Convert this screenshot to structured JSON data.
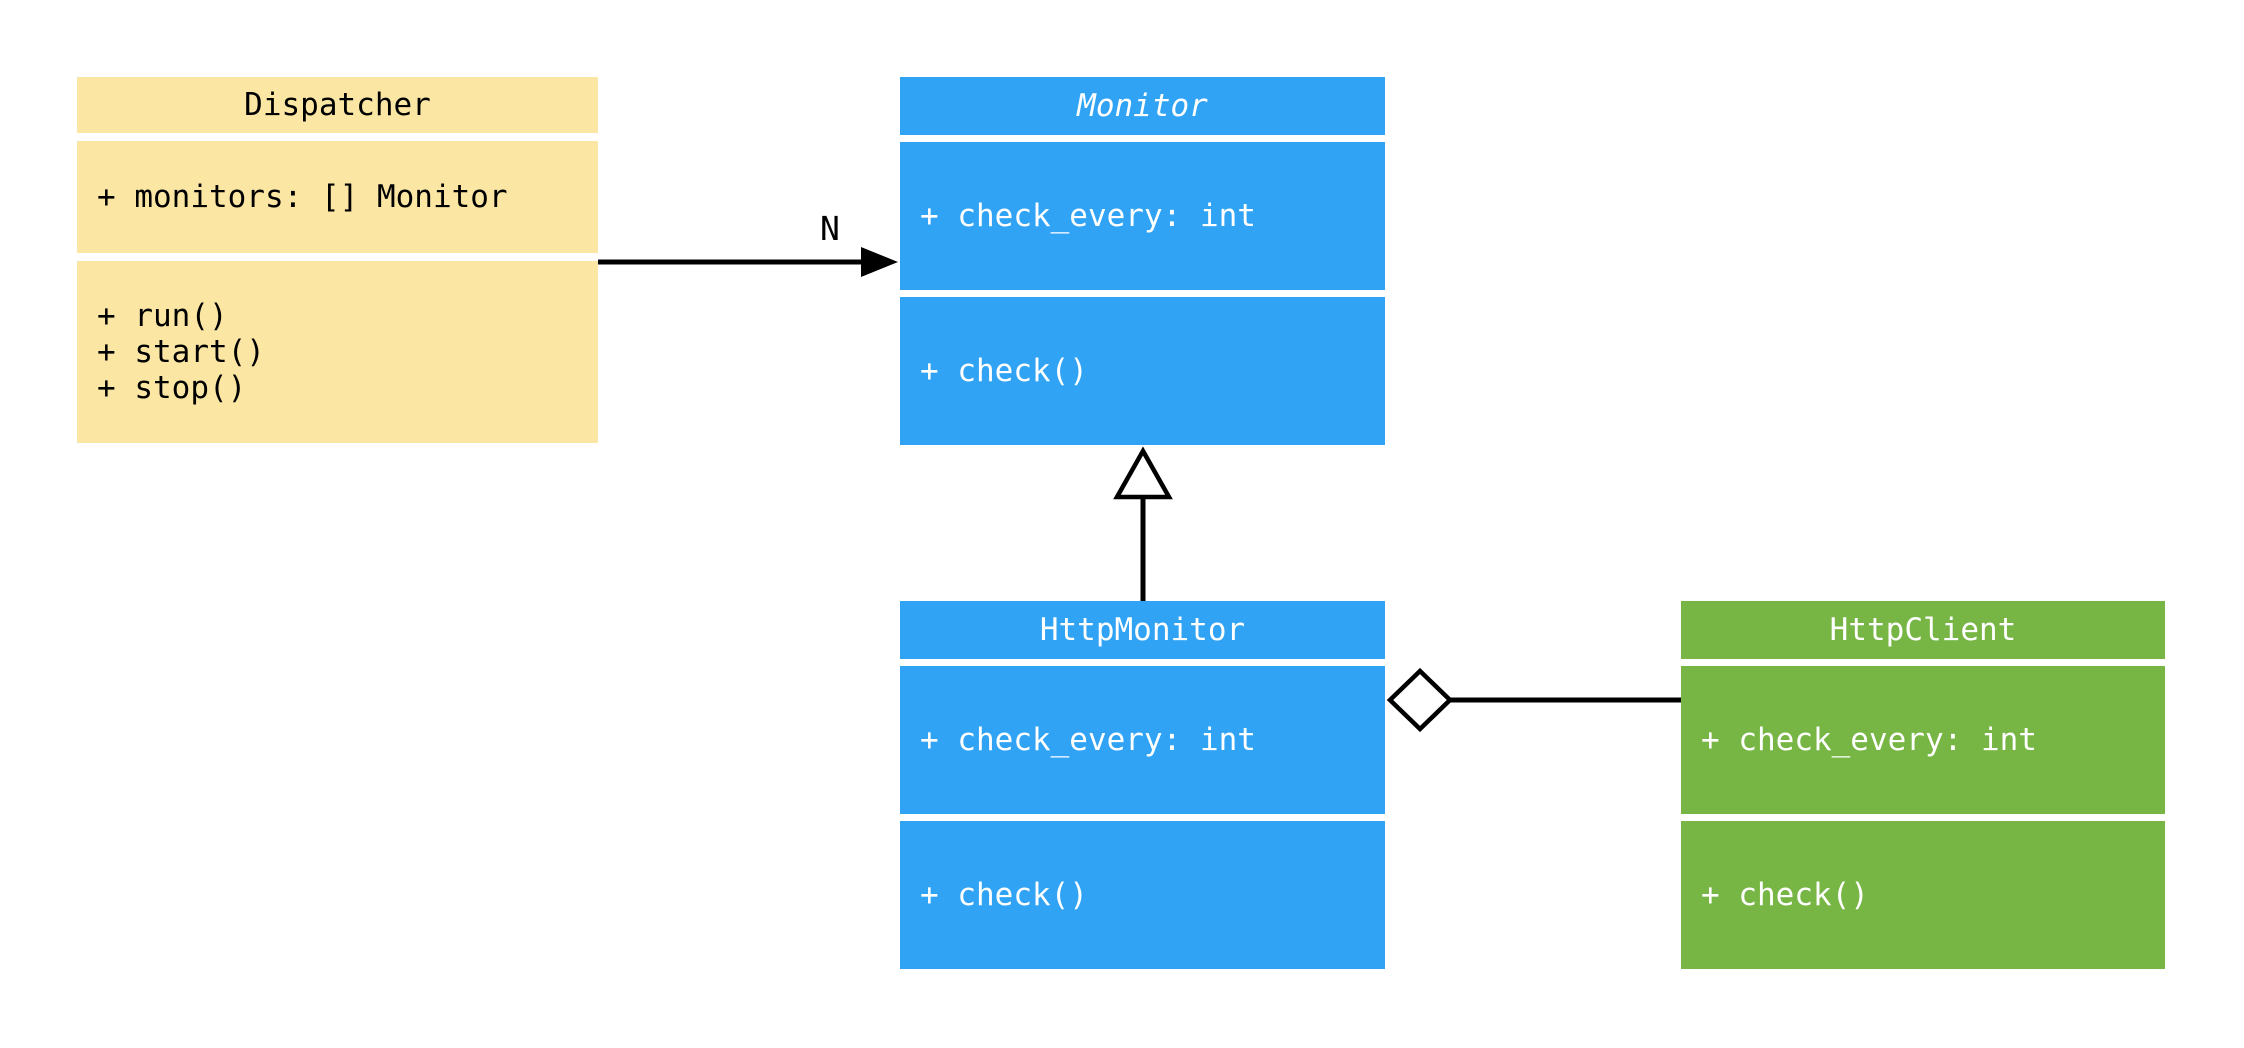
{
  "diagram": {
    "type": "uml-class-diagram",
    "background_color": "#FFFFFF",
    "line_color": "#000000",
    "classes": [
      {
        "id": "dispatcher",
        "name": "Dispatcher",
        "abstract": false,
        "fill_color": "#FBE6A3",
        "text_color": "#000000",
        "attributes": [
          "+ monitors: [] Monitor"
        ],
        "methods": [
          "+ run()",
          "+ start()",
          "+ stop()"
        ]
      },
      {
        "id": "monitor",
        "name": "Monitor",
        "abstract": true,
        "fill_color": "#30A3F5",
        "text_color": "#FFFFFF",
        "attributes": [
          "+ check_every: int"
        ],
        "methods": [
          "+ check()"
        ]
      },
      {
        "id": "httpmonitor",
        "name": "HttpMonitor",
        "abstract": false,
        "fill_color": "#30A3F5",
        "text_color": "#FFFFFF",
        "attributes": [
          "+ check_every: int"
        ],
        "methods": [
          "+ check()"
        ]
      },
      {
        "id": "httpclient",
        "name": "HttpClient",
        "abstract": false,
        "fill_color": "#77B645",
        "text_color": "#FFFFFF",
        "attributes": [
          "+ check_every: int"
        ],
        "methods": [
          "+ check()"
        ]
      }
    ],
    "relationships": [
      {
        "type": "directed-association",
        "from": "Dispatcher",
        "to": "Monitor",
        "label": "N"
      },
      {
        "type": "inheritance",
        "from": "HttpMonitor",
        "to": "Monitor",
        "label": ""
      },
      {
        "type": "aggregation",
        "from": "HttpMonitor",
        "to": "HttpClient",
        "label": ""
      }
    ]
  }
}
